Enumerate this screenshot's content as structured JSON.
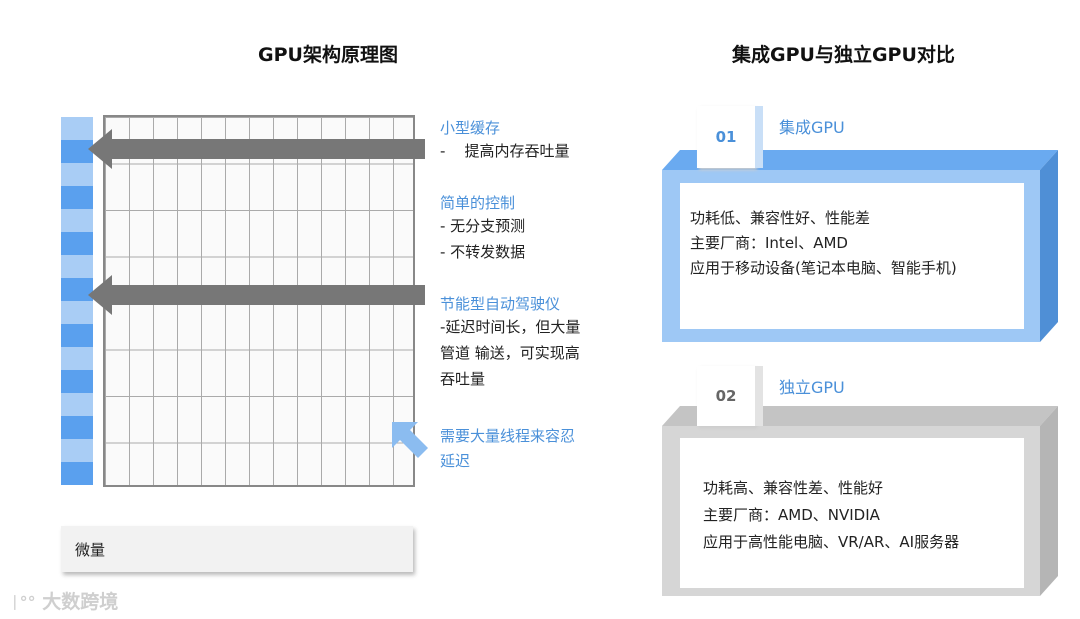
{
  "left": {
    "title": "GPU架构原理图",
    "annotations": [
      {
        "heading": "小型缓存",
        "lines": [
          "-    提高内存吞吐量"
        ]
      },
      {
        "heading": "简单的控制",
        "lines": [
          "- 无分支预测",
          "- 不转发数据"
        ]
      },
      {
        "heading": "节能型自动驾驶仪",
        "lines": [
          "-延迟时间长，但大量",
          "管道 输送，可实现高",
          "吞吐量"
        ]
      },
      {
        "heading": "需要大量线程来容忍",
        "lines": [
          "延迟"
        ]
      }
    ],
    "footer_label": "微量"
  },
  "right": {
    "title": "集成GPU与独立GPU对比",
    "integrated": {
      "badge": "01",
      "name": "集成GPU",
      "lines": [
        "功耗低、兼容性好、性能差",
        "主要厂商：Intel、AMD",
        "应用于移动设备(笔记本电脑、智能手机)"
      ]
    },
    "discrete": {
      "badge": "02",
      "name": "独立GPU",
      "lines": [
        "功耗高、兼容性差、性能好",
        "主要厂商：AMD、NVIDIA",
        "应用于高性能电脑、VR/AR、AI服务器"
      ]
    }
  },
  "watermark": "大数跨境",
  "colors": {
    "accent_blue": "#4a90d9",
    "light_blue": "#a9cdf5",
    "mid_blue": "#6aaaf0",
    "gray": "#d0d0d0"
  }
}
